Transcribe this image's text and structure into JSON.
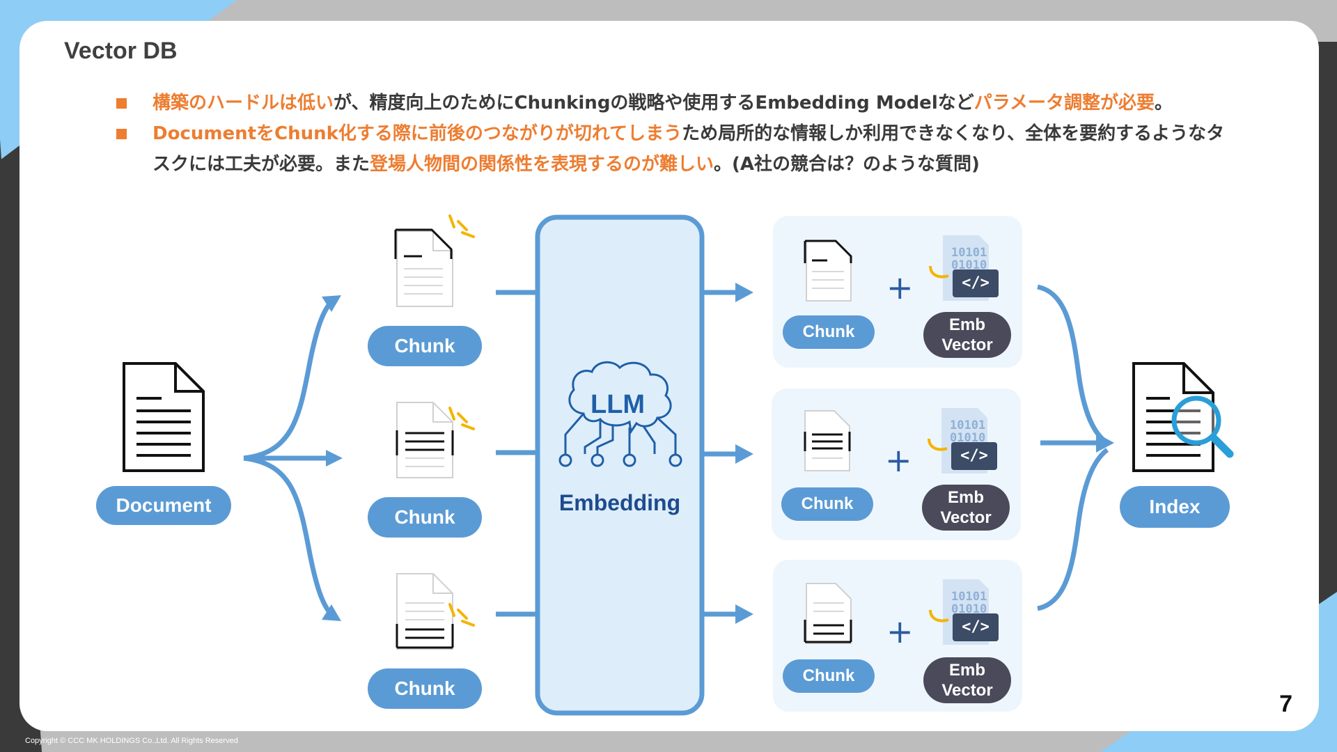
{
  "slide": {
    "title": "Vector DB",
    "page_number": "7",
    "copyright": "Copyright © CCC MK HOLDINGS Co.,Ltd. All Rights Reserved"
  },
  "bullets": [
    {
      "segments": [
        {
          "text": "構築のハードルは低い",
          "highlight": true
        },
        {
          "text": "が、精度向上のためにChunkingの戦略や使用するEmbedding Modelなど",
          "highlight": false
        },
        {
          "text": "パラメータ調整が必要",
          "highlight": true
        },
        {
          "text": "。",
          "highlight": false
        }
      ]
    },
    {
      "segments": [
        {
          "text": "DocumentをChunk化する際に前後のつながりが切れてしまう",
          "highlight": true
        },
        {
          "text": "ため局所的な情報しか利用できなくなり、全体を要約するようなタスクには工夫が必要。また",
          "highlight": false
        },
        {
          "text": "登場人物間の関係性を表現するのが難しい",
          "highlight": true
        },
        {
          "text": "。(A社の競合は？のような質問)",
          "highlight": false
        }
      ]
    }
  ],
  "diagram": {
    "document_label": "Document",
    "chunk_label": "Chunk",
    "llm_label": "LLM",
    "embedding_label": "Embedding",
    "emb_vector_label_1": "Emb",
    "emb_vector_label_2": "Vector",
    "binary_line_1": "10101",
    "binary_line_2": "01010",
    "code_tag": "</>",
    "plus": "+",
    "index_label": "Index"
  },
  "colors": {
    "accent_orange": "#ed7d31",
    "pill_blue": "#5b9bd5",
    "pill_dark": "#4a4a5a",
    "arrow_blue": "#5b9bd5",
    "embedding_fill": "#ddeefa",
    "result_panel": "#eef6fd"
  }
}
